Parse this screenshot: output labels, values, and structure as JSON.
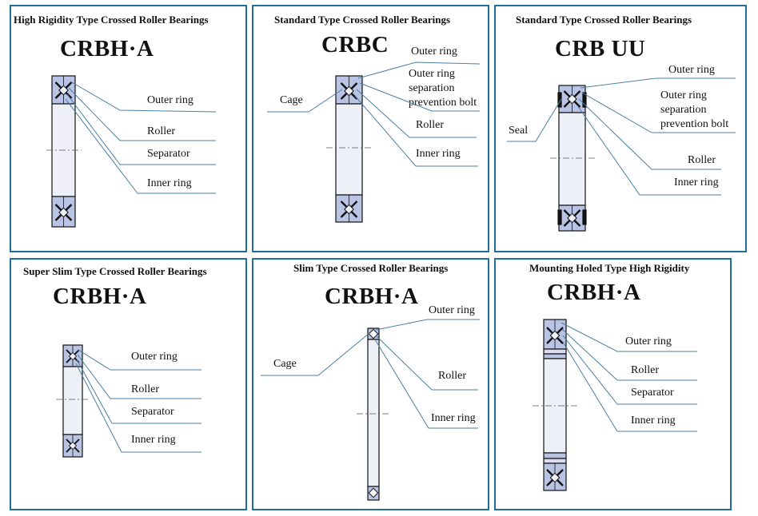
{
  "panels": [
    {
      "title": "High Rigidity Type Crossed Roller Bearings",
      "code": "CRBH·A",
      "labels": {
        "outer_ring": "Outer ring",
        "roller": "Roller",
        "separator": "Separator",
        "inner_ring": "Inner ring"
      }
    },
    {
      "title": "Standard Type Crossed Roller Bearings",
      "code": "CRBC",
      "labels": {
        "outer_ring": "Outer ring",
        "bolt_1": "Outer ring",
        "bolt_2": "separation",
        "bolt_3": "prevention bolt",
        "cage": "Cage",
        "roller": "Roller",
        "inner_ring": "Inner ring"
      }
    },
    {
      "title": "Standard Type Crossed Roller Bearings",
      "code": "CRB UU",
      "labels": {
        "outer_ring": "Outer ring",
        "bolt_1": "Outer ring",
        "bolt_2": "separation",
        "bolt_3": "prevention bolt",
        "seal": "Seal",
        "roller": "Roller",
        "inner_ring": "Inner ring"
      }
    },
    {
      "title": "Super Slim Type Crossed Roller Bearings",
      "code": "CRBH·A",
      "labels": {
        "outer_ring": "Outer ring",
        "roller": "Roller",
        "separator": "Separator",
        "inner_ring": "Inner ring"
      }
    },
    {
      "title": "Slim Type Crossed Roller Bearings",
      "code": "CRBH·A",
      "labels": {
        "outer_ring": "Outer ring",
        "cage": "Cage",
        "roller": "Roller",
        "inner_ring": "Inner ring"
      }
    },
    {
      "title": "Mounting Holed Type High Rigidity",
      "code": "CRBH·A",
      "labels": {
        "outer_ring": "Outer ring",
        "roller": "Roller",
        "separator": "Separator",
        "inner_ring": "Inner ring"
      }
    }
  ],
  "colors": {
    "border": "#1f6f9a",
    "leader": "#4a7fa3",
    "ring_fill": "#b9c4e4",
    "bore_fill": "#eef0f8"
  }
}
